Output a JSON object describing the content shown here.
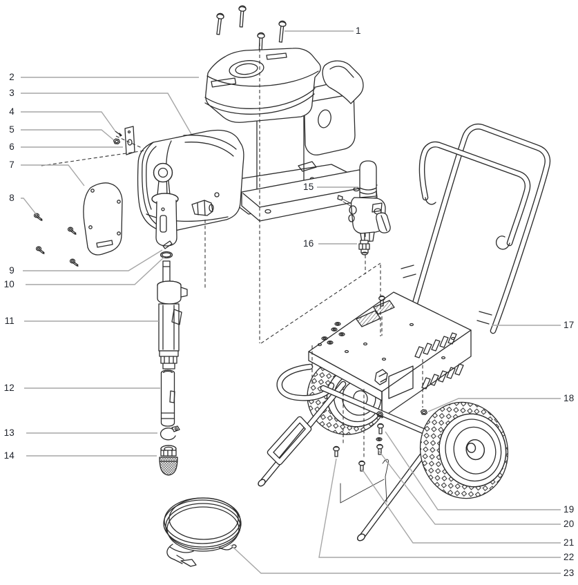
{
  "diagram": {
    "callouts": [
      {
        "label": "1"
      },
      {
        "label": "2"
      },
      {
        "label": "3"
      },
      {
        "label": "4"
      },
      {
        "label": "5"
      },
      {
        "label": "6"
      },
      {
        "label": "7"
      },
      {
        "label": "8"
      },
      {
        "label": "9"
      },
      {
        "label": "10"
      },
      {
        "label": "11"
      },
      {
        "label": "12"
      },
      {
        "label": "13"
      },
      {
        "label": "14"
      },
      {
        "label": "15"
      },
      {
        "label": "16"
      },
      {
        "label": "17"
      },
      {
        "label": "18"
      },
      {
        "label": "19"
      },
      {
        "label": "20"
      },
      {
        "label": "21"
      },
      {
        "label": "22"
      },
      {
        "label": "23"
      }
    ]
  },
  "colors": {
    "background": "#ffffff",
    "line": "#2b2b2b",
    "leader_line": "#a6a6a6",
    "callout_text": "#20242c"
  }
}
